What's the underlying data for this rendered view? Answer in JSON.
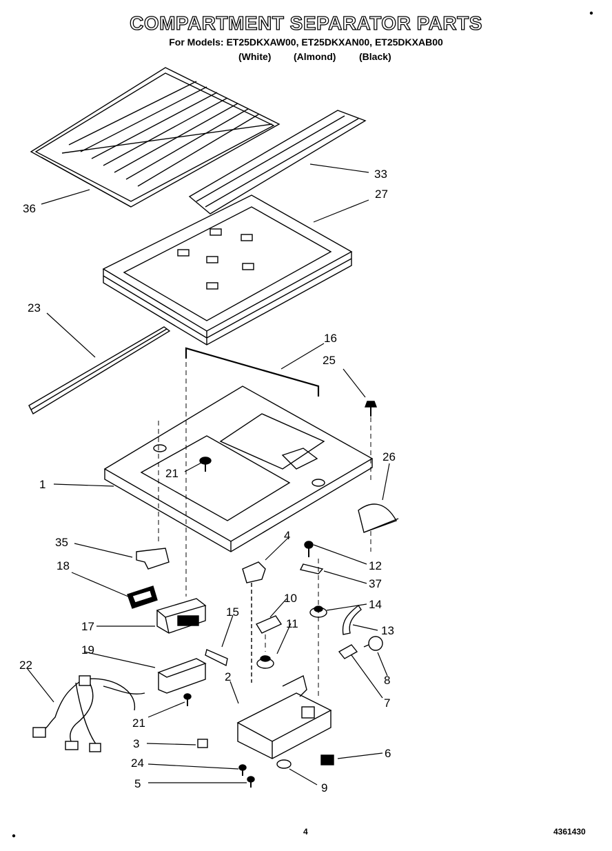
{
  "header": {
    "title": "COMPARTMENT SEPARATOR PARTS",
    "models_line": "For Models: ET25DKXAW00, ET25DKXAN00, ET25DKXAB00",
    "color_white": "(White)",
    "color_almond": "(Almond)",
    "color_black": "(Black)"
  },
  "callouts": {
    "c36": "36",
    "c33": "33",
    "c27": "27",
    "c23": "23",
    "c16": "16",
    "c25": "25",
    "c26": "26",
    "c1": "1",
    "c21a": "21",
    "c35": "35",
    "c4": "4",
    "c12": "12",
    "c37": "37",
    "c18": "18",
    "c10": "10",
    "c15": "15",
    "c14": "14",
    "c17": "17",
    "c11": "11",
    "c13": "13",
    "c19": "19",
    "c8": "8",
    "c22": "22",
    "c2": "2",
    "c7": "7",
    "c21b": "21",
    "c3": "3",
    "c6": "6",
    "c24": "24",
    "c5": "5",
    "c9": "9"
  },
  "footer": {
    "page_number": "4",
    "doc_number": "4361430"
  }
}
